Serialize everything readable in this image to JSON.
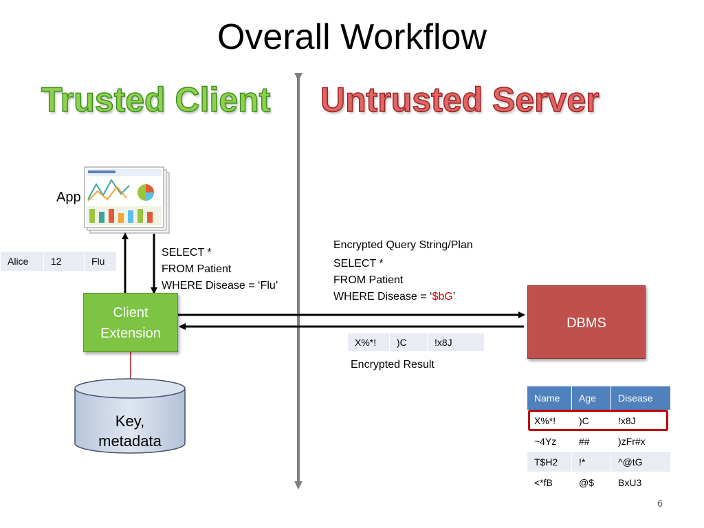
{
  "title": "Overall Workflow",
  "zones": {
    "trusted": "Trusted Client",
    "untrusted": "Untrusted Server"
  },
  "app_label": "App",
  "plain_row": [
    "Alice",
    "12",
    "Flu"
  ],
  "plain_query": {
    "line1": "SELECT *",
    "line2": "FROM Patient",
    "line3": "WHERE Disease = ‘Flu’"
  },
  "encrypted_query": {
    "caption": "Encrypted Query String/Plan",
    "line1": "SELECT *",
    "line2": "FROM Patient",
    "line3_prefix": "WHERE Disease = ‘",
    "line3_value": "$bG",
    "line3_suffix": "’"
  },
  "client_extension": {
    "line1": "Client",
    "line2": "Extension"
  },
  "dbms_label": "DBMS",
  "encrypted_row": [
    "X%*!",
    ")C",
    "!x8J"
  ],
  "encrypted_result_label": "Encrypted Result",
  "key_store": {
    "line1": "Key,",
    "line2": "metadata"
  },
  "server_table": {
    "headers": [
      "Name",
      "Age",
      "Disease"
    ],
    "rows": [
      [
        "X%*!",
        ")C",
        "!x8J"
      ],
      [
        "~4Yz",
        "##",
        ")zFr#x"
      ],
      [
        "T$H2",
        "!*",
        "^@tG"
      ],
      [
        "<*fB",
        "@$",
        "BxU3"
      ]
    ],
    "highlighted_row": 0
  },
  "page_number": "6",
  "colors": {
    "trusted": "#8fd14f",
    "untrusted": "#e06666",
    "client_extension": "#7dc443",
    "dbms": "#c0504d",
    "header": "#4f81bd",
    "highlight": "#c00000"
  }
}
